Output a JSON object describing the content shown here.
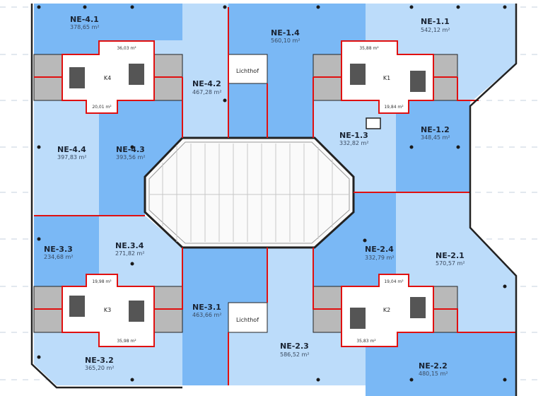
{
  "plan": {
    "colors": {
      "light_unit": "#bcdcfa",
      "dark_unit": "#7ab8f5",
      "boundary": "#e01010",
      "core_shaft": "#b9b9b9"
    },
    "units": [
      {
        "name": "NE-4.1",
        "area": "378,65 m²"
      },
      {
        "name": "NE-4.2",
        "area": "467,28 m²"
      },
      {
        "name": "NE-4.3",
        "area": "393,56 m²"
      },
      {
        "name": "NE-4.4",
        "area": "397,83 m²"
      },
      {
        "name": "NE-1.1",
        "area": "542,12 m²"
      },
      {
        "name": "NE-1.2",
        "area": "348,45 m²"
      },
      {
        "name": "NE-1.3",
        "area": "332,82 m²"
      },
      {
        "name": "NE-1.4",
        "area": "560,10 m²"
      },
      {
        "name": "NE-2.1",
        "area": "570,57 m²"
      },
      {
        "name": "NE-2.2",
        "area": "480,15 m²"
      },
      {
        "name": "NE-2.3",
        "area": "586,52 m²"
      },
      {
        "name": "NE-2.4",
        "area": "332,79 m²"
      },
      {
        "name": "NE-3.1",
        "area": "463,66 m²"
      },
      {
        "name": "NE-3.2",
        "area": "365,20 m²"
      },
      {
        "name": "NE-3.3",
        "area": "234,68 m²"
      },
      {
        "name": "NE.3.4",
        "area": "271,82 m²"
      }
    ],
    "cores": [
      {
        "label": "K4",
        "area_top": "36,03 m²",
        "area_bottom": "20,01 m²"
      },
      {
        "label": "K1",
        "area_top": "35,88 m²",
        "area_bottom": "19,84 m²"
      },
      {
        "label": "K3",
        "area_top": "19,98 m²",
        "area_bottom": "35,98 m²"
      },
      {
        "label": "K2",
        "area_top": "19,04 m²",
        "area_bottom": "35,83 m²"
      }
    ],
    "lightwells": [
      "Lichthof",
      "Lichthof"
    ]
  }
}
